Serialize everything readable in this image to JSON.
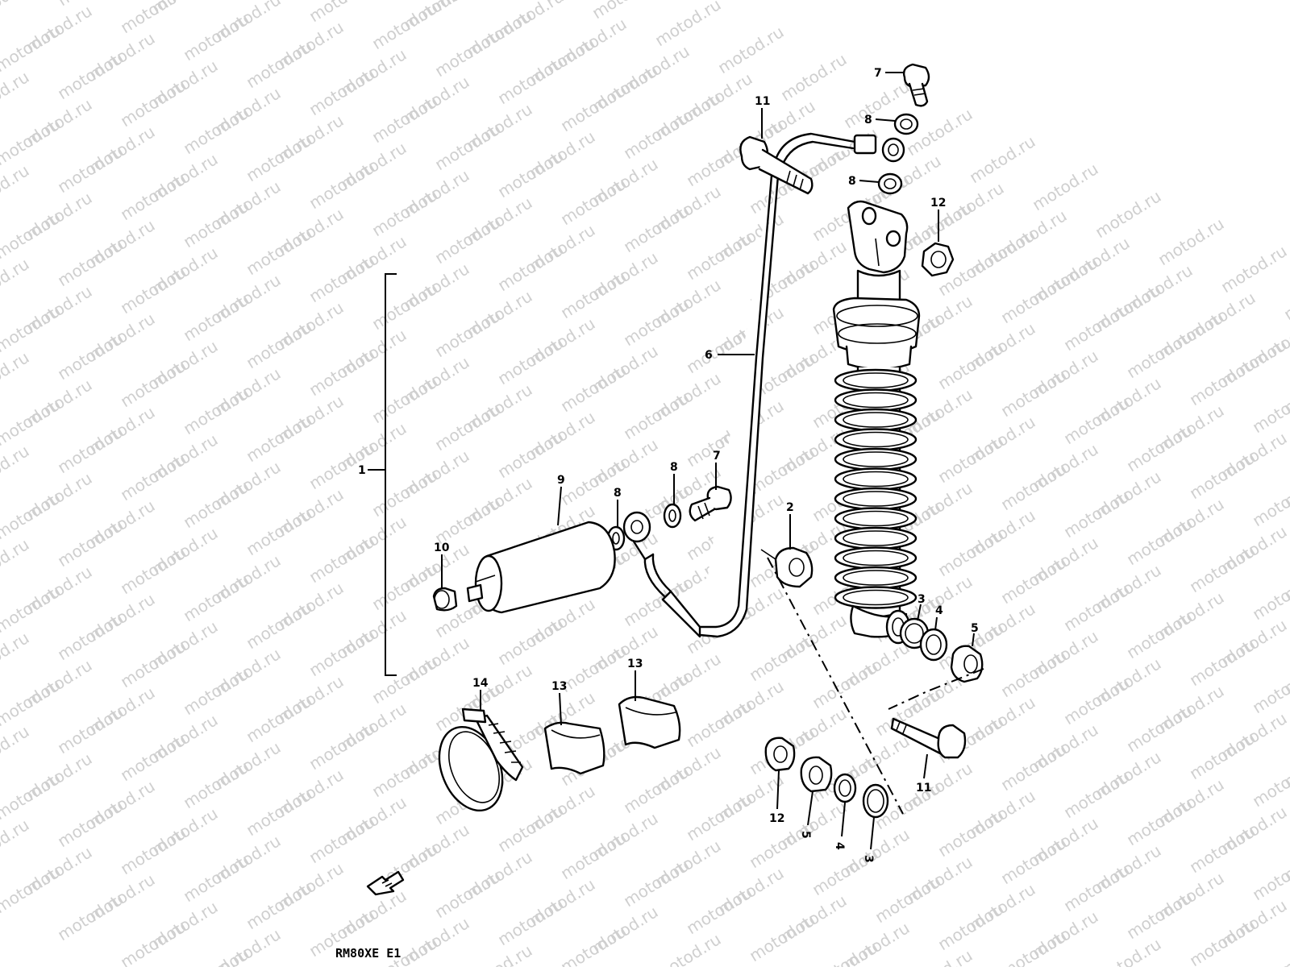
{
  "watermark": {
    "text": "motod.ru",
    "color": "#cfcfcf"
  },
  "diagram_code": "RM80XE E1",
  "callouts": {
    "c1": "1",
    "c2": "2",
    "c3a": "3",
    "c3b": "3",
    "c4a": "4",
    "c4b": "4",
    "c5a": "5",
    "c5b": "5",
    "c6": "6",
    "c7a": "7",
    "c7b": "7",
    "c8a": "8",
    "c8b": "8",
    "c8c": "8",
    "c8d": "8",
    "c9": "9",
    "c10": "10",
    "c11a": "11",
    "c11b": "11",
    "c12a": "12",
    "c12b": "12",
    "c13a": "13",
    "c13b": "13",
    "c14": "14"
  },
  "icons": {
    "front_arrow": "front-direction-arrow-icon"
  }
}
